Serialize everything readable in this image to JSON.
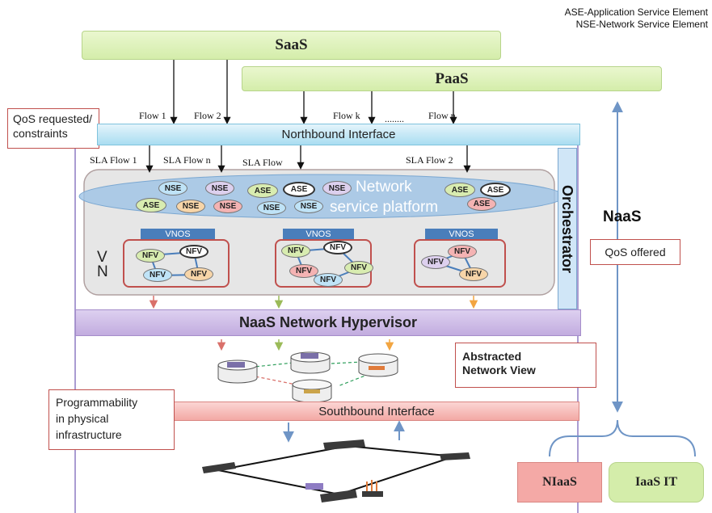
{
  "legend": {
    "ase_note": "ASE-Application Service Element",
    "nse_note": "NSE-Network Service Element"
  },
  "layers": {
    "saas": "SaaS",
    "paas": "PaaS",
    "northbound": "Northbound Interface",
    "hypervisor": "NaaS Network Hypervisor",
    "southbound": "Southbound Interface",
    "orchestrator": "Orchestrator",
    "platform_line1": "Network",
    "platform_line2": "service platform",
    "vn": "V\nN"
  },
  "flows": {
    "top": [
      "Flow 1",
      "Flow 2",
      "Flow k",
      "........",
      "Flow n"
    ],
    "sla": [
      "SLA Flow 1",
      "SLA Flow n",
      "SLA Flow",
      "SLA  Flow 2"
    ]
  },
  "callouts": {
    "qos_requested": "QoS requested/\nconstraints",
    "qos_offered": "QoS offered",
    "abstracted": "Abstracted\nNetwork View",
    "programmability": "Programmability\nin physical\ninfrastructure"
  },
  "naas": "NaaS",
  "bottom": {
    "niaas": "NIaaS",
    "iaas_it": "IaaS IT"
  },
  "elements": {
    "nse": "NSE",
    "ase": "ASE",
    "nfv": "NFV",
    "vnos": "VNOS"
  },
  "colors": {
    "saas_fill": "#d4edaa",
    "northbound_fill": "#a9ddf1",
    "hypervisor_fill": "#c2acdf",
    "southbound_fill": "#f3a9a5",
    "callout_border": "#c0504d",
    "naas_arrow": "#6f95c6"
  }
}
